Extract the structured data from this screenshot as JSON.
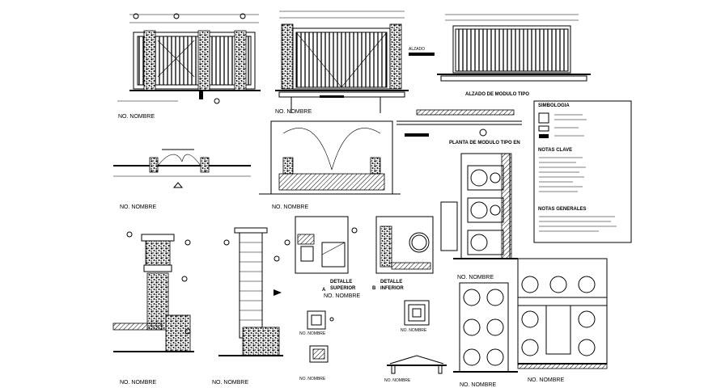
{
  "labels": {
    "no_nombre": "NO. NOMBRE",
    "alzado_modulo": "ALZADO DE MODULO TIPO",
    "planta_modulo": "PLANTA DE MODULO TIPO EN",
    "simbologia": "SIMBOLOGIA",
    "notas_clave": "NOTAS CLAVE",
    "notas_generales": "NOTAS GENERALES",
    "detalle_a": "DETALLE",
    "detalle_a_sub": "SUPERIOR",
    "detalle_b": "DETALLE",
    "detalle_b_sub": "INFERIOR",
    "letter_a": "A",
    "letter_b": "B"
  }
}
